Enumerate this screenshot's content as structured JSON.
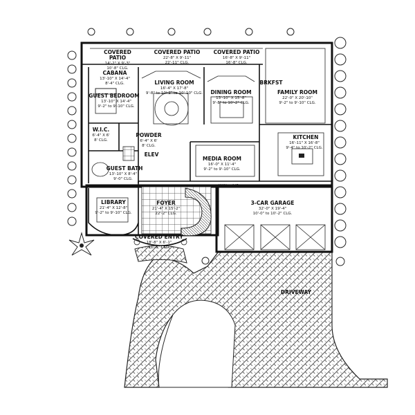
{
  "rooms": {
    "covered_patio_left": {
      "name": "COVERED",
      "name2": "PATIO",
      "dims": "14'-2\" X 9'-3\"",
      "clg": "10'-8\" CLG."
    },
    "covered_patio_center": {
      "name": "COVERED PATIO",
      "dims": "22'-8\" X 9'-11\"",
      "clg": "22'-11\" CLG."
    },
    "covered_patio_right": {
      "name": "COVERED PATIO",
      "dims": "16'-8\" X 9'-11\"",
      "clg": "16'-8\" CLG."
    },
    "cabana": {
      "name": "CABANA",
      "dims": "13'-10\" X 14'-4\"",
      "clg": "8'-4\" CLG."
    },
    "guest_bedroom": {
      "name": "GUEST BEDROOM",
      "dims": "13'-10\" X 14'-4\"",
      "clg": "9'-2\" to 9'-10\" CLG."
    },
    "living_room": {
      "name": "LIVING ROOM",
      "dims": "16'-4\" X 17'-8\"",
      "clg": "9'-8\" to 10'-2\" to 10'-10\" CLG."
    },
    "dining_room": {
      "name": "DINING ROOM",
      "dims": "13'-10\" X 15'-8\"",
      "clg": "9'-8\" to 10'-2\" CLG."
    },
    "brkfst": {
      "name": "BRKFST"
    },
    "family_room": {
      "name": "FAMILY ROOM",
      "dims": "22'-0\" X 20'-10\"",
      "clg": "9'-2\" to 9'-10\" CLG."
    },
    "wic": {
      "name": "W.I.C.",
      "dims": "6'-4\" X 6'",
      "clg": "8' CLG."
    },
    "powder": {
      "name": "POWDER",
      "dims": "6'-4\" X 6'",
      "clg": "8' CLG."
    },
    "elev": {
      "name": "ELEV"
    },
    "media_room": {
      "name": "MEDIA ROOM",
      "dims": "16'-0\" X 11'-4\"",
      "clg": "9'-2\" to 9'-10\" CLG."
    },
    "kitchen": {
      "name": "KITCHEN",
      "dims": "16'-11\" X 16'-8\"",
      "clg": "9'-4\" to 10'-2\" CLG."
    },
    "guest_bath": {
      "name": "GUEST BATH",
      "dims": "13'-10\" X 8'-4\"",
      "clg": "9'-0\" CLG."
    },
    "library": {
      "name": "LIBRARY",
      "dims": "21'-4\" X 12'-8\"",
      "clg": "9'-2\" to 9'-10\" CLG."
    },
    "foyer": {
      "name": "FOYER",
      "dims": "21'-4\" X 15'-2\"",
      "clg": "22'-2\" CLG."
    },
    "garage": {
      "name": "3-CAR GARAGE",
      "dims": "32'-0\" X 19'-4\"",
      "clg": "10'-0\" to 10'-2\" CLG."
    },
    "covered_entry": {
      "name": "COVERED ENTRY",
      "dims": "18'-8\" X 6'-1\"",
      "clg": "21'-8\" CLG."
    },
    "driveway": {
      "name": "DRIVEWAY"
    }
  },
  "appliance_labels": {
    "wh": "W/H",
    "ac": "A/C"
  }
}
